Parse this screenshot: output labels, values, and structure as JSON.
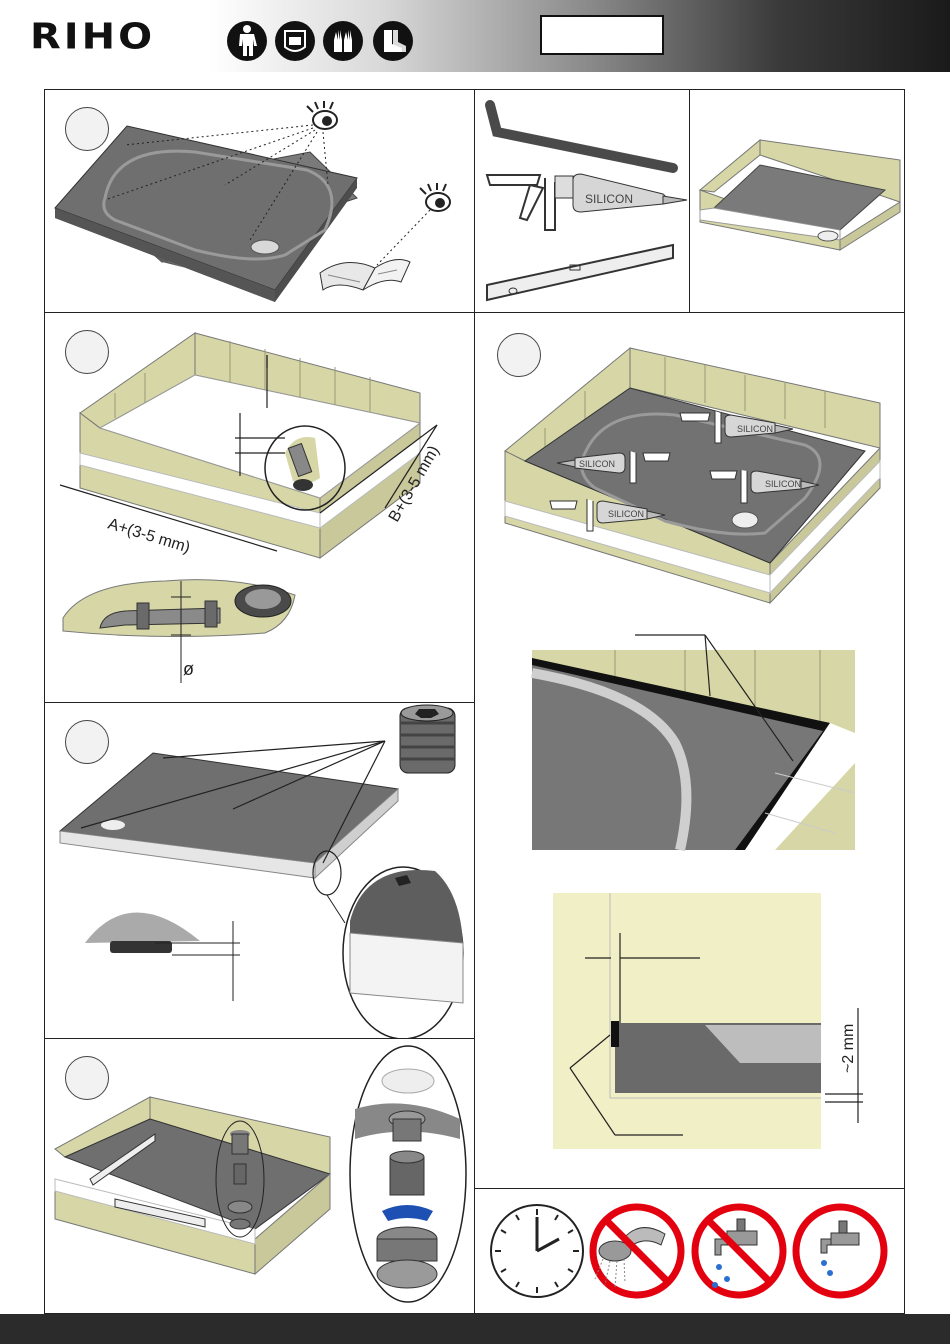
{
  "brand": {
    "logo_text": "RIHO"
  },
  "ppe_icons": [
    "coverall-icon",
    "face-shield-icon",
    "gloves-icon",
    "safety-boots-icon"
  ],
  "tools": {
    "sealant_label": "SILICON"
  },
  "dimensions": {
    "length_label": "A+(3-5 mm)",
    "width_label": "B+(3-5 mm)",
    "diameter_symbol": "ø",
    "gap_label": "~2 mm"
  },
  "curing_icons": [
    "clock-icon",
    "no-shower-icon",
    "no-water-tap-icon",
    "tap-icon"
  ],
  "colors": {
    "tile": "#d6d6a6",
    "tray": "#6f6f6f",
    "tape_bg": "#f0efc6",
    "prohibited": "#e3000f"
  }
}
